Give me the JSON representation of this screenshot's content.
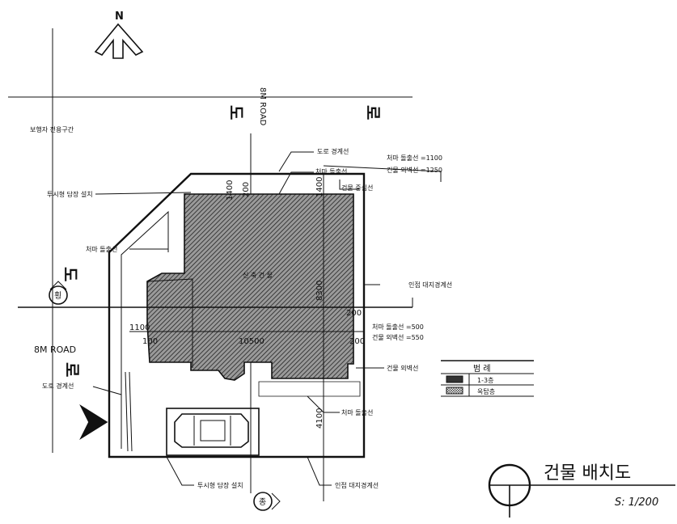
{
  "north": {
    "letter": "N"
  },
  "road_top": {
    "ch1": "도",
    "ch2": "로",
    "road_name": "8M ROAD"
  },
  "road_left": {
    "ch1": "도",
    "ch2": "로",
    "road_name": "8M ROAD"
  },
  "labels": {
    "pedestrian": "보행자 전용구간",
    "fence_top": "투시형 담장 설치",
    "fence_bottom": "투시형 담장 설치",
    "road_boundary_top": "도로 경계선",
    "road_boundary_left": "도로 경계선",
    "eave_top": "처마 돌출선",
    "eave_left": "처마 돌출선",
    "eave_bottom": "처마 돌출선",
    "building_center": "건물 중심선",
    "neighbor_right": "인접 대지경계선",
    "neighbor_bottom": "인접 대지경계선",
    "building_outer": "건물 외벽선",
    "new_building": "신 축 건 물",
    "setback_top_1": "처마 돌출선 =1100",
    "setback_top_2": "건물 외벽선 =1250",
    "setback_right_1": "처마 돌출선 =500",
    "setback_right_2": "건물 외벽선 =550",
    "marker_left": "횡",
    "marker_bottom": "종"
  },
  "dimensions": {
    "d1400a": "1400",
    "d200a": "200",
    "d1400b": "1400",
    "d8300": "8300",
    "d200b": "200",
    "d1100": "1100",
    "d100": "100",
    "d10500": "10500",
    "d200c": "200",
    "d4100": "4100"
  },
  "legend": {
    "title": "범 례",
    "row1": "1-3층",
    "row2": "옥탑층"
  },
  "title_block": {
    "title": "건물 배치도",
    "scale": "S: 1/200"
  }
}
